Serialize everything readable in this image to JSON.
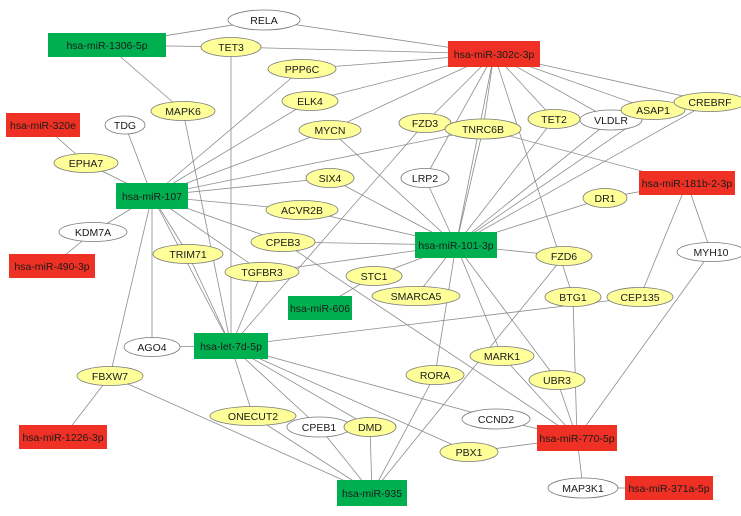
{
  "colors": {
    "mirna_up": "#ee3124",
    "mirna_down": "#00b050",
    "gene_yellow": "#ffff99",
    "gene_white": "#ffffff",
    "edge": "#8c8c8c",
    "outline": "#777777"
  },
  "nodes": [
    {
      "id": "hsa-miR-1306-5p",
      "label": "hsa-miR-1306-5p",
      "kind": "mirna_down"
    },
    {
      "id": "RELA",
      "label": "RELA",
      "kind": "gene_white"
    },
    {
      "id": "TET3",
      "label": "TET3",
      "kind": "gene_yellow"
    },
    {
      "id": "hsa-miR-302c-3p",
      "label": "hsa-miR-302c-3p",
      "kind": "mirna_up"
    },
    {
      "id": "PPP6C",
      "label": "PPP6C",
      "kind": "gene_yellow"
    },
    {
      "id": "hsa-miR-320e",
      "label": "hsa-miR-320e",
      "kind": "mirna_up"
    },
    {
      "id": "TDG",
      "label": "TDG",
      "kind": "gene_white"
    },
    {
      "id": "MAPK6",
      "label": "MAPK6",
      "kind": "gene_yellow"
    },
    {
      "id": "ELK4",
      "label": "ELK4",
      "kind": "gene_yellow"
    },
    {
      "id": "MYCN",
      "label": "MYCN",
      "kind": "gene_yellow"
    },
    {
      "id": "FZD3",
      "label": "FZD3",
      "kind": "gene_yellow"
    },
    {
      "id": "TNRC6B",
      "label": "TNRC6B",
      "kind": "gene_yellow"
    },
    {
      "id": "TET2",
      "label": "TET2",
      "kind": "gene_yellow"
    },
    {
      "id": "VLDLR",
      "label": "VLDLR",
      "kind": "gene_white"
    },
    {
      "id": "ASAP1",
      "label": "ASAP1",
      "kind": "gene_yellow"
    },
    {
      "id": "CREBRF",
      "label": "CREBRF",
      "kind": "gene_yellow"
    },
    {
      "id": "EPHA7",
      "label": "EPHA7",
      "kind": "gene_yellow"
    },
    {
      "id": "hsa-miR-107",
      "label": "hsa-miR-107",
      "kind": "mirna_down"
    },
    {
      "id": "SIX4",
      "label": "SIX4",
      "kind": "gene_yellow"
    },
    {
      "id": "LRP2",
      "label": "LRP2",
      "kind": "gene_white"
    },
    {
      "id": "hsa-miR-181b-2-3p",
      "label": "hsa-miR-181b-2-3p",
      "kind": "mirna_up"
    },
    {
      "id": "DR1",
      "label": "DR1",
      "kind": "gene_yellow"
    },
    {
      "id": "KDM7A",
      "label": "KDM7A",
      "kind": "gene_white"
    },
    {
      "id": "ACVR2B",
      "label": "ACVR2B",
      "kind": "gene_yellow"
    },
    {
      "id": "hsa-miR-490-3p",
      "label": "hsa-miR-490-3p",
      "kind": "mirna_up"
    },
    {
      "id": "TRIM71",
      "label": "TRIM71",
      "kind": "gene_yellow"
    },
    {
      "id": "CPEB3",
      "label": "CPEB3",
      "kind": "gene_yellow"
    },
    {
      "id": "hsa-miR-101-3p",
      "label": "hsa-miR-101-3p",
      "kind": "mirna_down"
    },
    {
      "id": "MYH10",
      "label": "MYH10",
      "kind": "gene_white"
    },
    {
      "id": "TGFBR3",
      "label": "TGFBR3",
      "kind": "gene_yellow"
    },
    {
      "id": "STC1",
      "label": "STC1",
      "kind": "gene_yellow"
    },
    {
      "id": "FZD6",
      "label": "FZD6",
      "kind": "gene_yellow"
    },
    {
      "id": "BTG1",
      "label": "BTG1",
      "kind": "gene_yellow"
    },
    {
      "id": "SMARCA5",
      "label": "SMARCA5",
      "kind": "gene_yellow"
    },
    {
      "id": "hsa-miR-606",
      "label": "hsa-miR-606",
      "kind": "mirna_down"
    },
    {
      "id": "CEP135",
      "label": "CEP135",
      "kind": "gene_yellow"
    },
    {
      "id": "AGO4",
      "label": "AGO4",
      "kind": "gene_white"
    },
    {
      "id": "hsa-let-7d-5p",
      "label": "hsa-let-7d-5p",
      "kind": "mirna_down"
    },
    {
      "id": "MARK1",
      "label": "MARK1",
      "kind": "gene_yellow"
    },
    {
      "id": "UBR3",
      "label": "UBR3",
      "kind": "gene_yellow"
    },
    {
      "id": "FBXW7",
      "label": "FBXW7",
      "kind": "gene_yellow"
    },
    {
      "id": "RORA",
      "label": "RORA",
      "kind": "gene_yellow"
    },
    {
      "id": "ONECUT2",
      "label": "ONECUT2",
      "kind": "gene_yellow"
    },
    {
      "id": "CPEB1",
      "label": "CPEB1",
      "kind": "gene_white"
    },
    {
      "id": "DMD",
      "label": "DMD",
      "kind": "gene_yellow"
    },
    {
      "id": "CCND2",
      "label": "CCND2",
      "kind": "gene_white"
    },
    {
      "id": "hsa-miR-1226-3p",
      "label": "hsa-miR-1226-3p",
      "kind": "mirna_up"
    },
    {
      "id": "hsa-miR-770-5p",
      "label": "hsa-miR-770-5p",
      "kind": "mirna_up"
    },
    {
      "id": "PBX1",
      "label": "PBX1",
      "kind": "gene_yellow"
    },
    {
      "id": "MAP3K1",
      "label": "MAP3K1",
      "kind": "gene_white"
    },
    {
      "id": "hsa-miR-371a-5p",
      "label": "hsa-miR-371a-5p",
      "kind": "mirna_up"
    },
    {
      "id": "hsa-miR-935",
      "label": "hsa-miR-935",
      "kind": "mirna_down"
    }
  ],
  "edges": [
    [
      "hsa-miR-1306-5p",
      "RELA"
    ],
    [
      "hsa-miR-1306-5p",
      "TET3"
    ],
    [
      "hsa-miR-1306-5p",
      "MAPK6"
    ],
    [
      "RELA",
      "hsa-miR-302c-3p"
    ],
    [
      "TET3",
      "hsa-miR-302c-3p"
    ],
    [
      "PPP6C",
      "hsa-miR-302c-3p"
    ],
    [
      "ELK4",
      "hsa-miR-302c-3p"
    ],
    [
      "MYCN",
      "hsa-miR-302c-3p"
    ],
    [
      "FZD3",
      "hsa-miR-302c-3p"
    ],
    [
      "TNRC6B",
      "hsa-miR-302c-3p"
    ],
    [
      "TET2",
      "hsa-miR-302c-3p"
    ],
    [
      "VLDLR",
      "hsa-miR-302c-3p"
    ],
    [
      "ASAP1",
      "hsa-miR-302c-3p"
    ],
    [
      "CREBRF",
      "hsa-miR-302c-3p"
    ],
    [
      "LRP2",
      "hsa-miR-302c-3p"
    ],
    [
      "BTG1",
      "hsa-miR-302c-3p"
    ],
    [
      "hsa-miR-302c-3p",
      "hsa-miR-101-3p"
    ],
    [
      "hsa-miR-320e",
      "EPHA7"
    ],
    [
      "TDG",
      "hsa-miR-107"
    ],
    [
      "EPHA7",
      "hsa-miR-107"
    ],
    [
      "MAPK6",
      "hsa-let-7d-5p"
    ],
    [
      "TET3",
      "hsa-let-7d-5p"
    ],
    [
      "PPP6C",
      "hsa-miR-107"
    ],
    [
      "ELK4",
      "hsa-miR-107"
    ],
    [
      "MYCN",
      "hsa-miR-107"
    ],
    [
      "TNRC6B",
      "hsa-miR-107"
    ],
    [
      "SIX4",
      "hsa-miR-107"
    ],
    [
      "ACVR2B",
      "hsa-miR-107"
    ],
    [
      "CPEB3",
      "hsa-miR-107"
    ],
    [
      "TGFBR3",
      "hsa-miR-107"
    ],
    [
      "TRIM71",
      "hsa-miR-107"
    ],
    [
      "KDM7A",
      "hsa-miR-107"
    ],
    [
      "AGO4",
      "hsa-miR-107"
    ],
    [
      "FBXW7",
      "hsa-miR-107"
    ],
    [
      "hsa-miR-107",
      "hsa-let-7d-5p"
    ],
    [
      "MYCN",
      "hsa-miR-101-3p"
    ],
    [
      "SIX4",
      "hsa-miR-101-3p"
    ],
    [
      "ACVR2B",
      "hsa-miR-101-3p"
    ],
    [
      "CPEB3",
      "hsa-miR-101-3p"
    ],
    [
      "LRP2",
      "hsa-miR-101-3p"
    ],
    [
      "TNRC6B",
      "hsa-miR-101-3p"
    ],
    [
      "TET2",
      "hsa-miR-101-3p"
    ],
    [
      "VLDLR",
      "hsa-miR-101-3p"
    ],
    [
      "ASAP1",
      "hsa-miR-101-3p"
    ],
    [
      "CREBRF",
      "hsa-miR-101-3p"
    ],
    [
      "DR1",
      "hsa-miR-101-3p"
    ],
    [
      "FZD6",
      "hsa-miR-101-3p"
    ],
    [
      "STC1",
      "hsa-miR-101-3p"
    ],
    [
      "SMARCA5",
      "hsa-miR-101-3p"
    ],
    [
      "MARK1",
      "hsa-miR-101-3p"
    ],
    [
      "UBR3",
      "hsa-miR-101-3p"
    ],
    [
      "RORA",
      "hsa-miR-101-3p"
    ],
    [
      "TGFBR3",
      "hsa-miR-101-3p"
    ],
    [
      "TNRC6B",
      "hsa-miR-181b-2-3p"
    ],
    [
      "DR1",
      "hsa-miR-181b-2-3p"
    ],
    [
      "MYH10",
      "hsa-miR-181b-2-3p"
    ],
    [
      "CEP135",
      "hsa-miR-181b-2-3p"
    ],
    [
      "MYH10",
      "hsa-miR-770-5p"
    ],
    [
      "KDM7A",
      "hsa-miR-490-3p"
    ],
    [
      "TRIM71",
      "hsa-let-7d-5p"
    ],
    [
      "TGFBR3",
      "hsa-let-7d-5p"
    ],
    [
      "FZD3",
      "hsa-let-7d-5p"
    ],
    [
      "STC1",
      "hsa-miR-606"
    ],
    [
      "CEP135",
      "hsa-let-7d-5p"
    ],
    [
      "AGO4",
      "hsa-let-7d-5p"
    ],
    [
      "hsa-let-7d-5p",
      "ONECUT2"
    ],
    [
      "hsa-let-7d-5p",
      "CPEB1"
    ],
    [
      "hsa-let-7d-5p",
      "DMD"
    ],
    [
      "hsa-let-7d-5p",
      "CCND2"
    ],
    [
      "hsa-let-7d-5p",
      "PBX1"
    ],
    [
      "FBXW7",
      "hsa-miR-1226-3p"
    ],
    [
      "FBXW7",
      "hsa-miR-935"
    ],
    [
      "ONECUT2",
      "hsa-miR-935"
    ],
    [
      "CPEB1",
      "hsa-miR-935"
    ],
    [
      "DMD",
      "hsa-miR-935"
    ],
    [
      "RORA",
      "hsa-miR-935"
    ],
    [
      "FZD6",
      "hsa-miR-935"
    ],
    [
      "CCND2",
      "hsa-miR-770-5p"
    ],
    [
      "PBX1",
      "hsa-miR-770-5p"
    ],
    [
      "MARK1",
      "hsa-miR-770-5p"
    ],
    [
      "UBR3",
      "hsa-miR-770-5p"
    ],
    [
      "BTG1",
      "hsa-miR-770-5p"
    ],
    [
      "CPEB3",
      "hsa-miR-770-5p"
    ],
    [
      "hsa-miR-770-5p",
      "MAP3K1"
    ],
    [
      "MAP3K1",
      "hsa-miR-371a-5p"
    ]
  ]
}
